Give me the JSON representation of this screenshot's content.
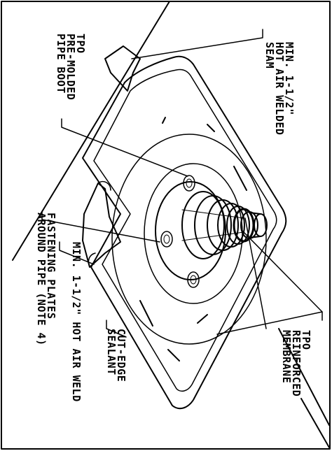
{
  "diagram": {
    "labels": {
      "pipe_boot": [
        "TPO",
        "PRE-MOLDED",
        "PIPE  BOOT"
      ],
      "seam_top": [
        "MIN.  1-1/2\"",
        "HOT  AIR  WELDED",
        "SEAM"
      ],
      "fastening": [
        "FASTENING  PLATES",
        "AROUND  PIPE  (NOTE  4)"
      ],
      "weld_min": [
        "MIN.  1-1/2\"  HOT  AIR  WELD"
      ],
      "sealant": [
        "CUT-EDGE",
        "SEALANT"
      ],
      "membrane": [
        "TPO",
        "REINFORCED",
        "MEMBRANE"
      ]
    },
    "line_color": "#000000",
    "background": "#ffffff"
  }
}
